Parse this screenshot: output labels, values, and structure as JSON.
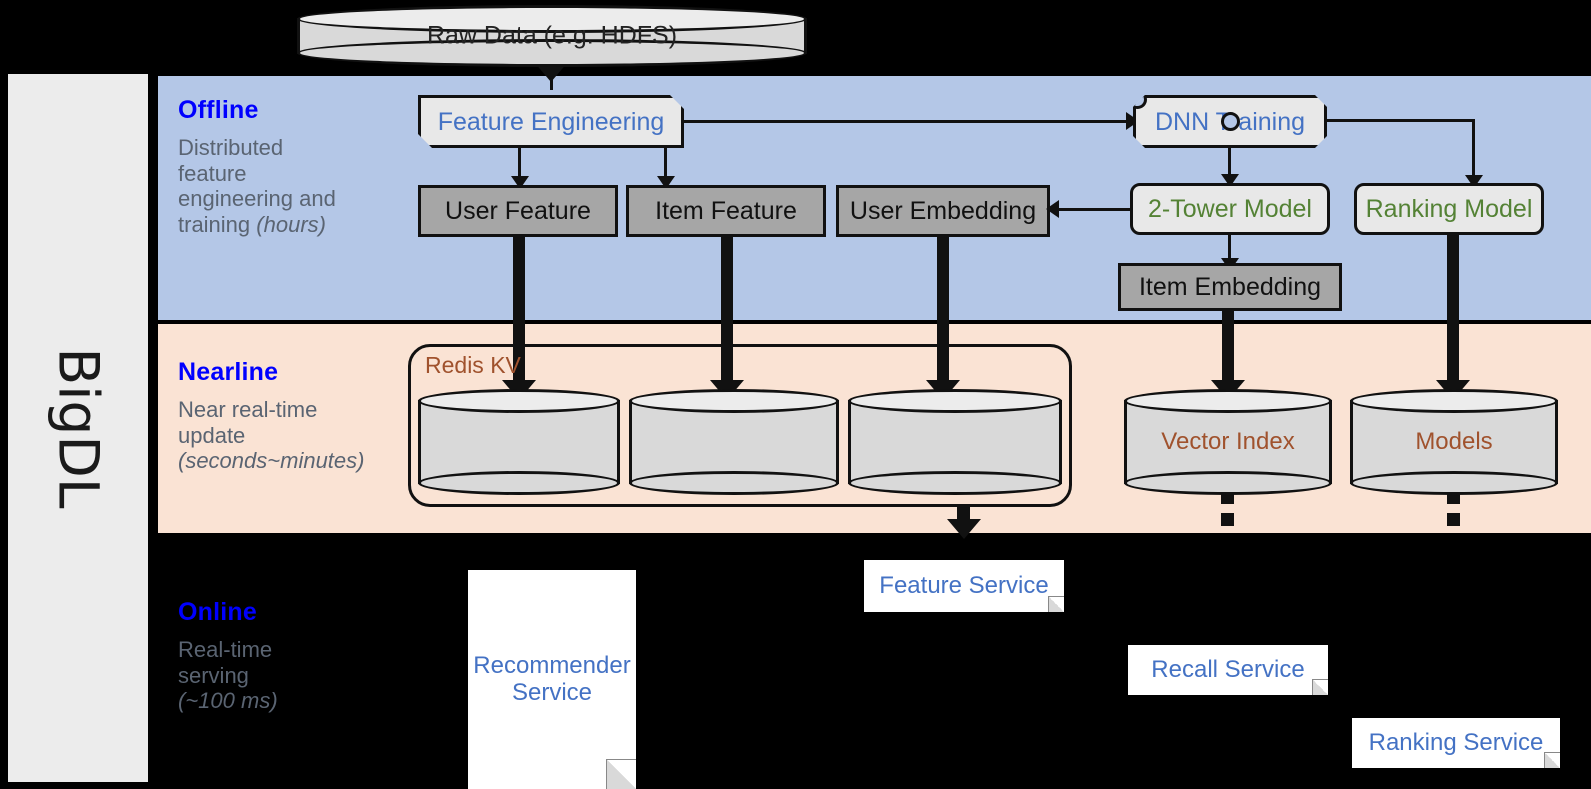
{
  "framework": {
    "name": "BigDL"
  },
  "colors": {
    "offline_band": "#b4c7e7",
    "nearline_band": "#fae3d4",
    "online_band": "#000000",
    "band_title": "#0000ff",
    "band_desc": "#5a6472",
    "blue_text": "#4472c4",
    "green_text": "#548235",
    "brown_text": "#a0522d",
    "grey_box": "#a6a6a6",
    "light_box": "#e8e8e8",
    "rail_bg": "#ececec"
  },
  "source": {
    "raw_data_label": "Raw Data (e.g. HDFS)"
  },
  "bands": [
    {
      "id": "offline",
      "title": "Offline",
      "description_line1": "Distributed",
      "description_line2": "feature",
      "description_line3": "engineering and",
      "description_line4": "training ",
      "description_emphasis": "(hours)"
    },
    {
      "id": "nearline",
      "title": "Nearline",
      "description_line1": "Near real-time",
      "description_line2": "update",
      "description_emphasis": "(seconds~minutes)"
    },
    {
      "id": "online",
      "title": "Online",
      "description_line1": "Real-time",
      "description_line2": "serving",
      "description_emphasis": "(~100 ms)"
    }
  ],
  "offline_nodes": {
    "feature_engineering": "Feature Engineering",
    "dnn_training": "DNN Training",
    "user_feature": "User Feature",
    "item_feature": "Item Feature",
    "user_embedding": "User Embedding",
    "two_tower_model": "2-Tower Model",
    "ranking_model": "Ranking Model",
    "item_embedding": "Item Embedding"
  },
  "nearline_nodes": {
    "redis_kv": "Redis KV",
    "store_1": "",
    "store_2": "",
    "store_3": "",
    "vector_index": "Vector Index",
    "models": "Models"
  },
  "online_nodes": {
    "recommender_service_line1": "Recommender",
    "recommender_service_line2": "Service",
    "feature_service": "Feature Service",
    "recall_service": "Recall Service",
    "ranking_service": "Ranking Service"
  }
}
